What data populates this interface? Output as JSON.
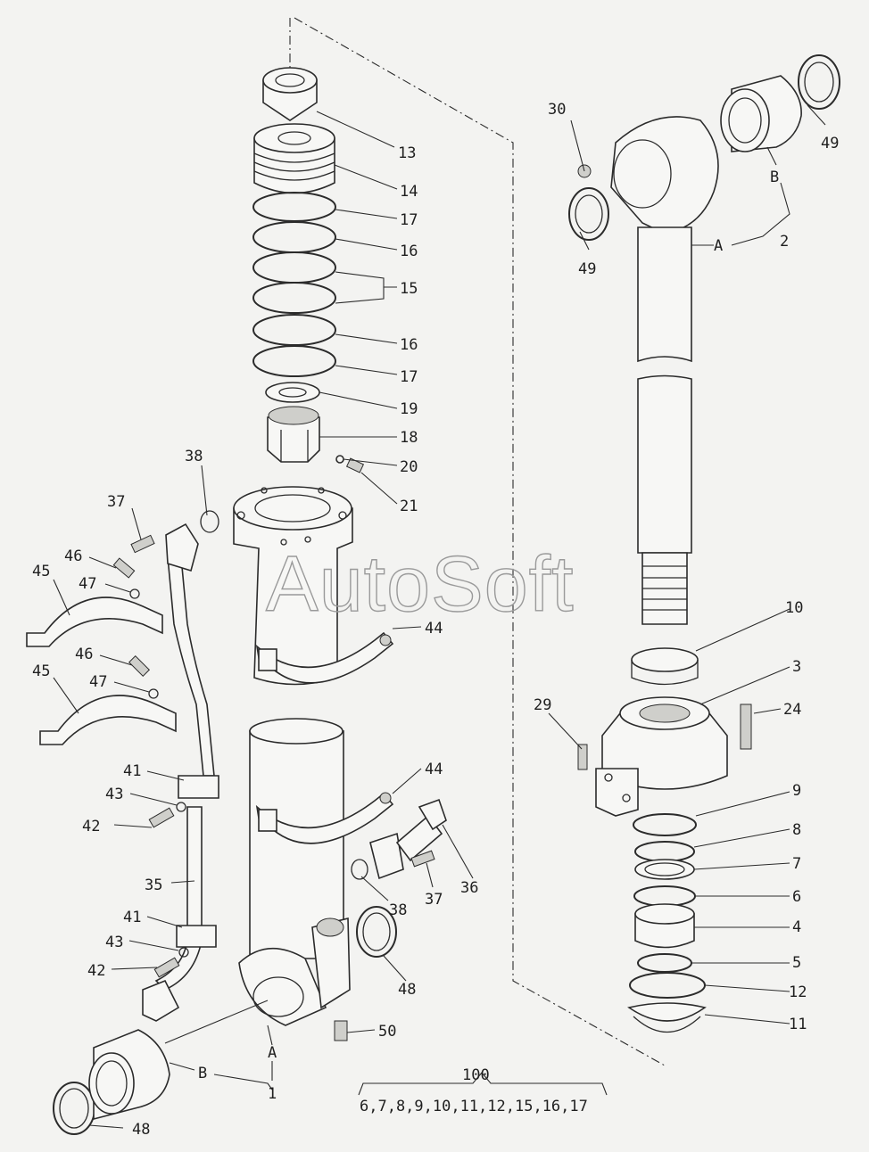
{
  "watermark": "AutoSoft",
  "callouts": {
    "c1": "1",
    "c2": "2",
    "c3": "3",
    "c4": "4",
    "c5": "5",
    "c6": "6",
    "c7": "7",
    "c8": "8",
    "c9": "9",
    "c10": "10",
    "c11": "11",
    "c12": "12",
    "c13": "13",
    "c14": "14",
    "c15": "15",
    "c16a": "16",
    "c16b": "16",
    "c17a": "17",
    "c17b": "17",
    "c18": "18",
    "c19": "19",
    "c20": "20",
    "c21": "21",
    "c24": "24",
    "c29": "29",
    "c30": "30",
    "c35": "35",
    "c36": "36",
    "c37a": "37",
    "c37b": "37",
    "c38a": "38",
    "c38b": "38",
    "c41a": "41",
    "c41b": "41",
    "c42a": "42",
    "c42b": "42",
    "c43a": "43",
    "c43b": "43",
    "c44a": "44",
    "c44b": "44",
    "c45a": "45",
    "c45b": "45",
    "c46a": "46",
    "c46b": "46",
    "c47a": "47",
    "c47b": "47",
    "c48a": "48",
    "c48b": "48",
    "c49a": "49",
    "c49b": "49",
    "c50": "50",
    "ca1": "A",
    "cb1": "B",
    "ca2": "A",
    "cb2": "B"
  },
  "kit": {
    "number": "100",
    "contents": "6,7,8,9,10,11,12,15,16,17"
  }
}
